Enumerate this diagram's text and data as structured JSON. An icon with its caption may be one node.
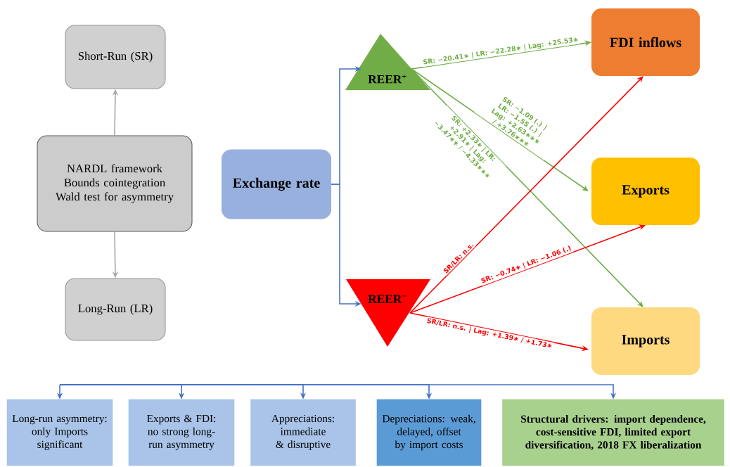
{
  "diagram": {
    "nodes": [
      {
        "text": [
          "Short-Run (SR)"
        ]
      },
      {
        "text": [
          "NARDL framework",
          "Bounds cointegration",
          "Wald test for asymmetry"
        ]
      },
      {
        "text": [
          "Long-Run (LR)"
        ]
      },
      {
        "text": [
          "Exchange rate"
        ]
      },
      {
        "text": [
          "REER$^{+}$"
        ]
      },
      {
        "text": [
          "REER$^{−}$"
        ]
      },
      {
        "text": [
          "FDI inflows"
        ]
      },
      {
        "text": [
          "Exports"
        ]
      },
      {
        "text": [
          "Imports"
        ]
      },
      {
        "text": [
          "Long-run asymmetry: only Imports significant"
        ]
      },
      {
        "text": [
          "Exports & FDI: no strong long-run asymmetry"
        ]
      },
      {
        "text": [
          "Appreciations: immediate & disruptive"
        ]
      },
      {
        "text": [
          "Depreciations: weak, delayed, offset by import costs"
        ]
      },
      {
        "text": [
          "Structural drivers: import dependence, cost-sensitive FDI, limited export diversification, 2018 FX liberalization"
        ]
      }
    ],
    "edges": [
      {
        "from": 1,
        "to": 0,
        "arrow": "to",
        "color": "#a6a6a6"
      },
      {
        "from": 1,
        "to": 2,
        "arrow": "to",
        "color": "#a6a6a6"
      },
      {
        "from": 3,
        "to": 4,
        "arrow": "to"
      },
      {
        "from": 3,
        "to": 5,
        "arrow": "to"
      },
      {
        "from": 4,
        "to": 6,
        "arrow": "to",
        "label": "SR: −20.41∗ | LR: −22.28∗ | Lag: +25.53∗",
        "color": "#70ad47"
      },
      {
        "from": 4,
        "to": 7,
        "arrow": "to",
        "label": "SR: −1.09 (.) | LR: −1.55 (.) | Lag: +2.63∗∗∗ / +3.76∗∗∗",
        "color": "#70ad47"
      },
      {
        "from": 4,
        "to": 8,
        "arrow": "to",
        "label": "SR: +2.33∗ | LR: +2.91∗ | Lag: −3.47∗∗ / −4.33∗∗∗",
        "color": "#70ad47"
      },
      {
        "from": 5,
        "to": 6,
        "arrow": "to",
        "label": "SR/LR: n.s.",
        "color": "#ff0000"
      },
      {
        "from": 5,
        "to": 7,
        "arrow": "to",
        "label": "SR: −0.74∗ | LR: −1.06 (.)",
        "color": "#ff0000"
      },
      {
        "from": 5,
        "to": 8,
        "arrow": "to",
        "label": "SR/LR: n.s. | Lag: +1.39∗ / +1.73∗",
        "color": "#ff0000"
      },
      {
        "from": null,
        "to": 9,
        "arrow": "to"
      },
      {
        "from": null,
        "to": 10,
        "arrow": "to"
      },
      {
        "from": null,
        "to": 11,
        "arrow": "to"
      },
      {
        "from": null,
        "to": 12,
        "arrow": "to"
      },
      {
        "from": null,
        "to": 13,
        "arrow": "to"
      }
    ]
  }
}
